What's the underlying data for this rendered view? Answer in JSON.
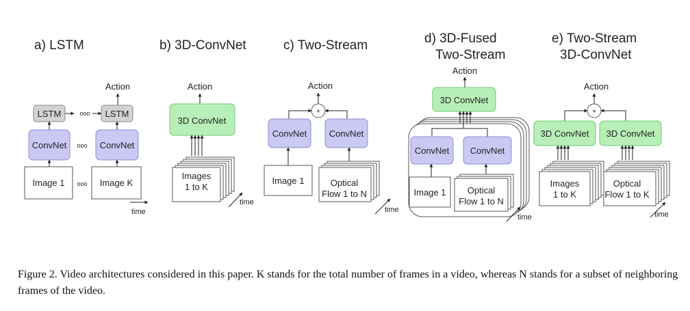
{
  "colors": {
    "convnet_fill": "#c9c9f3",
    "convnet_stroke": "#8d8dd6",
    "conv3d_fill": "#b8efb8",
    "conv3d_stroke": "#6fc96f",
    "lstm_fill": "#d2d2d2",
    "lstm_stroke": "#8a8a8a",
    "line": "#222222"
  },
  "panels": {
    "a": {
      "title": "a) LSTM",
      "action": "Action",
      "lstm": "LSTM",
      "convnet": "ConvNet",
      "image1": "Image 1",
      "imagek": "Image K",
      "ellipsis": "ooo",
      "time": "time"
    },
    "b": {
      "title": "b) 3D-ConvNet",
      "action": "Action",
      "conv3d": "3D ConvNet",
      "images_line1": "Images",
      "images_line2": "1 to K",
      "time": "time"
    },
    "c": {
      "title": "c) Two-Stream",
      "action": "Action",
      "plus": "+",
      "convnet": "ConvNet",
      "image1": "Image 1",
      "flow_line1": "Optical",
      "flow_line2": "Flow 1 to N",
      "time": "time"
    },
    "d": {
      "title_line1": "d) 3D-Fused",
      "title_line2": "Two-Stream",
      "action": "Action",
      "conv3d": "3D ConvNet",
      "convnet": "ConvNet",
      "image1": "Image 1",
      "flow_line1": "Optical",
      "flow_line2": "Flow 1 to N",
      "time": "time"
    },
    "e": {
      "title_line1": "e) Two-Stream",
      "title_line2": "3D-ConvNet",
      "action": "Action",
      "plus": "+",
      "conv3d": "3D ConvNet",
      "images_line1": "Images",
      "images_line2": "1 to K",
      "flow_line1": "Optical",
      "flow_line2": "Flow 1 to K",
      "time": "time"
    }
  },
  "caption": "Figure 2. Video architectures considered in this paper. K stands for the total number of frames in a video, whereas N stands for a subset of neighboring frames of the video."
}
